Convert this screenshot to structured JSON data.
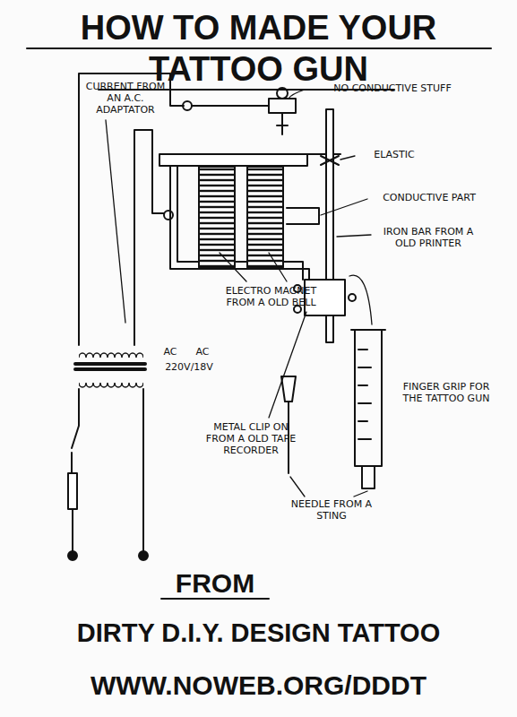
{
  "diagram": {
    "title": "HOW TO MADE YOUR TATTOO GUN",
    "labels": [
      "CURRENT FROM AN A.C. ADAPTATOR",
      "NO CONDUCTIVE STUFF",
      "ELASTIC",
      "CONDUCTIVE PART",
      "IRON BAR FROM A OLD PRINTER",
      "ELECTRO MAGNET FROM A OLD BELL",
      "AC",
      "AC",
      "220V/18V",
      "METAL CLIP ON FROM A OLD TAPE RECORDER",
      "FINGER GRIP FOR THE TATTOO GUN",
      "NEEDLE FROM A STING",
      "FROM",
      "DIRTY D.I.Y. DESIGN TATTOO",
      "WWW.NOWEB.ORG/DDDT"
    ]
  }
}
